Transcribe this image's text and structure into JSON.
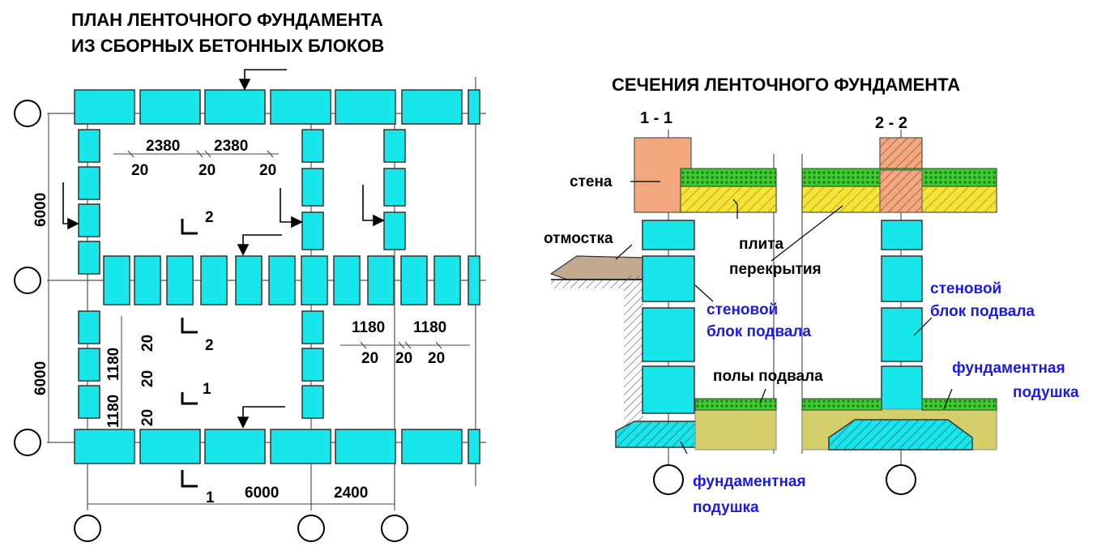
{
  "plan": {
    "title_line1": "ПЛАН ЛЕНТОЧНОГО ФУНДАМЕНТА",
    "title_line2": "ИЗ СБОРНЫХ БЕТОННЫХ БЛОКОВ",
    "dims": {
      "d2380": "2380",
      "d20": "20",
      "d1180": "1180",
      "d6000": "6000",
      "d2400": "2400"
    },
    "cut_labels": {
      "one": "1",
      "two": "2"
    }
  },
  "sections": {
    "title": "СЕЧЕНИЯ ЛЕНТОЧНОГО ФУНДАМЕНТА",
    "s11": "1 - 1",
    "s22": "2 - 2",
    "labels": {
      "wall": "стена",
      "blind_area": "отмостка",
      "slab_line1": "плита",
      "slab_line2": "перекрытия",
      "basement_block_line1": "стеновой",
      "basement_block_line2": "блок подвала",
      "basement_floor": "полы подвала",
      "footing_line1": "фундаментная",
      "footing_line2": "подушка"
    }
  },
  "colors": {
    "block": "#17e6ea",
    "wall": "#f2a77e",
    "slab": "#f4e437",
    "insulation": "#3ecb2f",
    "ground": "#d4cf6a",
    "soil": "#c2a98f",
    "label_blue": "#1a1ae6"
  }
}
